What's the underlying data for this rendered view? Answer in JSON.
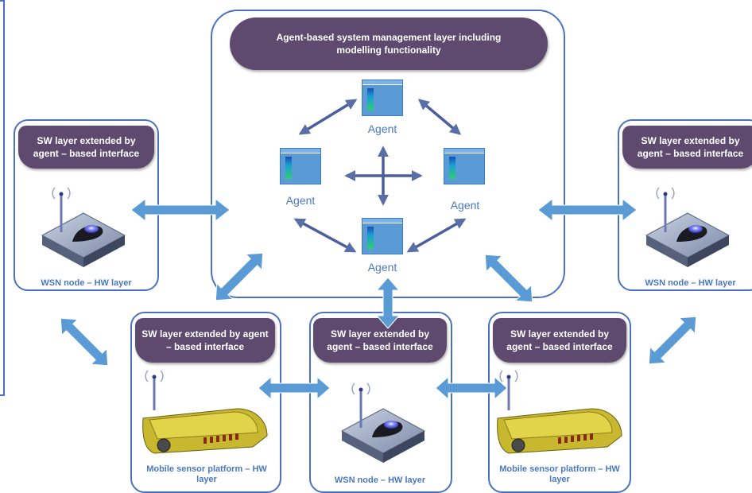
{
  "center": {
    "header": "Agent-based system management layer including modelling functionality",
    "agents": [
      "Agent",
      "Agent",
      "Agent",
      "Agent"
    ]
  },
  "nodes": {
    "left": {
      "header": "SW layer extended by agent – based interface",
      "caption": "WSN node – HW layer"
    },
    "right": {
      "header": "SW layer extended by agent – based interface",
      "caption": "WSN node – HW layer"
    },
    "bottom_left": {
      "header": "SW layer extended by agent – based interface",
      "caption": "Mobile sensor platform – HW layer"
    },
    "bottom_mid": {
      "header": "SW layer extended by agent – based interface",
      "caption": "WSN node – HW layer"
    },
    "bottom_right": {
      "header": "SW layer extended by agent – based interface",
      "caption": "Mobile sensor platform – HW layer"
    }
  },
  "colors": {
    "frame": "#4a72c0",
    "header_bg": "#5e4a6e",
    "arrow": "#5b9bd5",
    "caption": "#4a78c2"
  },
  "icons": {
    "wsn": "wsn-node-icon",
    "mobile": "mobile-platform-icon",
    "agent": "agent-window-icon"
  }
}
